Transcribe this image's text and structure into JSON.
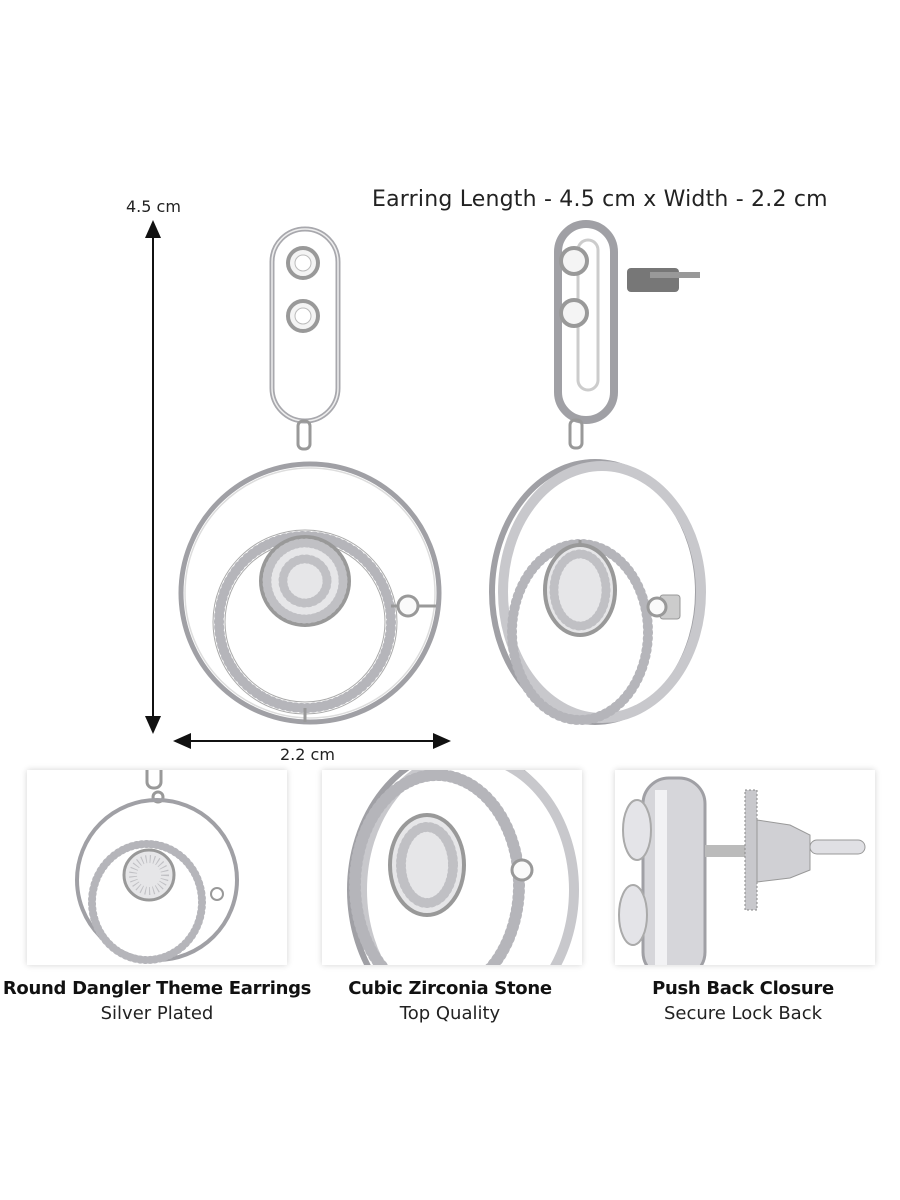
{
  "dimensions": {
    "title": "Earring Length - 4.5 cm x Width - 2.2 cm",
    "length_label": "4.5 cm",
    "width_label": "2.2 cm"
  },
  "features": [
    {
      "title": "Round Dangler Theme Earrings",
      "subtitle": "Silver Plated",
      "icon": "earring-front-closeup"
    },
    {
      "title": "Cubic Zirconia Stone",
      "subtitle": "Top Quality",
      "icon": "stone-closeup"
    },
    {
      "title": "Push Back Closure",
      "subtitle": "Secure Lock Back",
      "icon": "push-back-closeup"
    }
  ],
  "colors": {
    "silver": "#c9c9cc",
    "silver_dark": "#8d8d92",
    "text": "#111111"
  }
}
